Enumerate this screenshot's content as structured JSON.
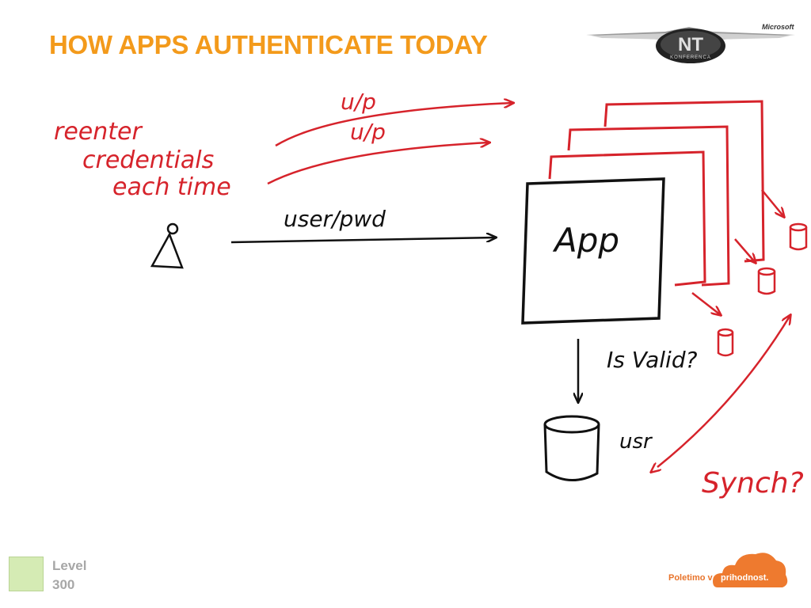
{
  "slide": {
    "title": "HOW APPS AUTHENTICATE TODAY"
  },
  "header_logo": {
    "brand": "Microsoft",
    "logo_text": "NT",
    "logo_subtext": "KONFERENCA"
  },
  "diagram": {
    "note": [
      "reenter",
      "credentials",
      "each time"
    ],
    "arrow_label_1": "u/p",
    "arrow_label_2": "u/p",
    "arrow_label_main": "user/pwd",
    "app_label": "App",
    "validation_label": "Is Valid?",
    "store_label": "usr",
    "sync_label": "Synch?"
  },
  "footer": {
    "level_label": "Level",
    "level_value": "300",
    "tagline_part1": "Poletimo v",
    "tagline_part2": "prihodnost."
  },
  "colors": {
    "title": "#f39a1b",
    "red_ink": "#d6232b",
    "black_ink": "#111111",
    "level_box": "#d5ebb4",
    "footer_orange": "#e8732a"
  }
}
